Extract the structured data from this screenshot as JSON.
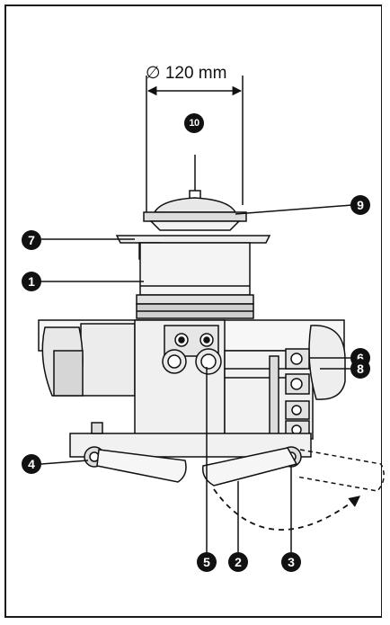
{
  "dimension": {
    "label": "∅ 120 mm"
  },
  "callouts": {
    "c1": "1",
    "c2": "2",
    "c3": "3",
    "c4": "4",
    "c5": "5",
    "c6": "6",
    "c7": "7",
    "c8": "8",
    "c9": "9",
    "c10": "10"
  },
  "colors": {
    "ink": "#111111",
    "gray": "#9a9a9a",
    "light": "#cfcfcf"
  }
}
